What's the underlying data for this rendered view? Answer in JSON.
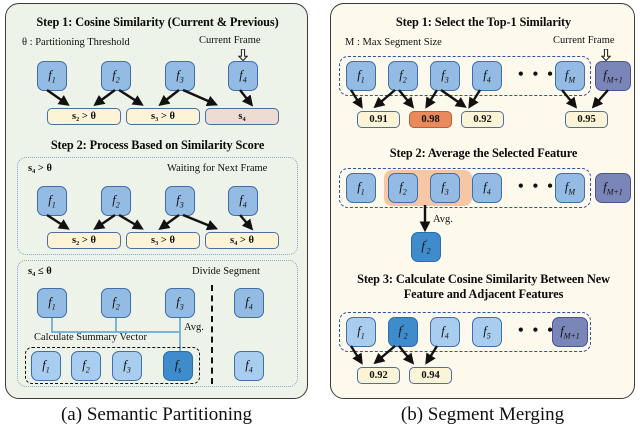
{
  "captions": {
    "a": "(a) Semantic Partitioning",
    "b": "(b) Segment Merging"
  },
  "colors": {
    "panel_a_bg": "#eef3e9",
    "panel_b_bg": "#fdf9ec",
    "feature_blue": "#93bbe4",
    "feature_blue_light": "#a9cdee",
    "feature_blue_dark": "#3f8ccd",
    "feature_purple": "#7a85b8",
    "score_yellow": "#fdf4d8",
    "score_pink": "#ecdcd3",
    "score_orange": "#e9895c",
    "highlight_peach": "#f7c6a4",
    "dash_blue": "#2b52a8"
  },
  "panel_a": {
    "step1": {
      "title": "Step 1:  Cosine Similarity (Current & Previous)",
      "threshold_note": "θ : Partitioning Threshold",
      "current_frame_label": "Current Frame",
      "current_frame_icon": "arrow-down-icon",
      "features": [
        {
          "label": "f",
          "sub": "1"
        },
        {
          "label": "f",
          "sub": "2"
        },
        {
          "label": "f",
          "sub": "3"
        },
        {
          "label": "f",
          "sub": "4"
        }
      ],
      "scores": [
        {
          "text": "s₂ > θ",
          "style": "yellow"
        },
        {
          "text": "s₃ > θ",
          "style": "yellow"
        },
        {
          "text": "s₄",
          "style": "pink"
        }
      ]
    },
    "step2": {
      "title": "Step 2: Process Based on Similarity Score",
      "case_above": {
        "condition": "s₄ > θ",
        "note": "Waiting for Next Frame",
        "features": [
          {
            "label": "f",
            "sub": "1"
          },
          {
            "label": "f",
            "sub": "2"
          },
          {
            "label": "f",
            "sub": "3"
          },
          {
            "label": "f",
            "sub": "4"
          }
        ],
        "scores": [
          {
            "text": "s₂ > θ"
          },
          {
            "text": "s₃ > θ"
          },
          {
            "text": "s₄ > θ"
          }
        ]
      },
      "case_below": {
        "condition": "s₄ ≤ θ",
        "note": "Divide Segment",
        "summary_label": "Calculate Summary Vector",
        "avg_label": "Avg.",
        "features_top": [
          {
            "label": "f",
            "sub": "1"
          },
          {
            "label": "f",
            "sub": "2"
          },
          {
            "label": "f",
            "sub": "3"
          }
        ],
        "feature_split": {
          "label": "f",
          "sub": "4"
        },
        "features_bottom": [
          {
            "label": "f",
            "sub": "1"
          },
          {
            "label": "f",
            "sub": "2"
          },
          {
            "label": "f",
            "sub": "3"
          },
          {
            "label": "f",
            "sub": "s"
          }
        ],
        "feature_split_bottom": {
          "label": "f",
          "sub": "4"
        }
      }
    }
  },
  "panel_b": {
    "step1": {
      "title": "Step 1: Select the Top-1 Similarity",
      "max_note": "M : Max Segment Size",
      "current_frame_label": "Current Frame",
      "current_frame_icon": "arrow-down-icon",
      "features": [
        {
          "label": "f",
          "sub": "1"
        },
        {
          "label": "f",
          "sub": "2"
        },
        {
          "label": "f",
          "sub": "3"
        },
        {
          "label": "f",
          "sub": "4"
        },
        {
          "label": "f",
          "sub": "M"
        }
      ],
      "ellipsis": "• • •",
      "incoming_feature": {
        "label": "f",
        "sub": "M+1"
      },
      "scores": [
        {
          "text": "0.91",
          "style": "yellow"
        },
        {
          "text": "0.98",
          "style": "orange"
        },
        {
          "text": "0.92",
          "style": "yellow"
        },
        {
          "text": "0.95",
          "style": "yellow"
        }
      ]
    },
    "step2": {
      "title": "Step 2: Average the Selected Feature",
      "avg_label": "Avg.",
      "features": [
        {
          "label": "f",
          "sub": "1"
        },
        {
          "label": "f",
          "sub": "2"
        },
        {
          "label": "f",
          "sub": "3"
        },
        {
          "label": "f",
          "sub": "4"
        },
        {
          "label": "f",
          "sub": "M"
        }
      ],
      "ellipsis": "• • •",
      "incoming_feature": {
        "label": "f",
        "sub": "M+1"
      },
      "merged_feature": {
        "label": "f",
        "sub": "2",
        "prime": "′"
      }
    },
    "step3": {
      "title": "Step 3:  Calculate Cosine Similarity Between New Feature and Adjacent Features",
      "features": [
        {
          "label": "f",
          "sub": "1"
        },
        {
          "label": "f",
          "sub": "2",
          "prime": "′"
        },
        {
          "label": "f",
          "sub": "4"
        },
        {
          "label": "f",
          "sub": "5"
        },
        {
          "label": "f",
          "sub": "M+1"
        }
      ],
      "ellipsis": "• • •",
      "scores": [
        {
          "text": "0.92",
          "style": "yellow"
        },
        {
          "text": "0.94",
          "style": "yellow"
        }
      ]
    }
  }
}
